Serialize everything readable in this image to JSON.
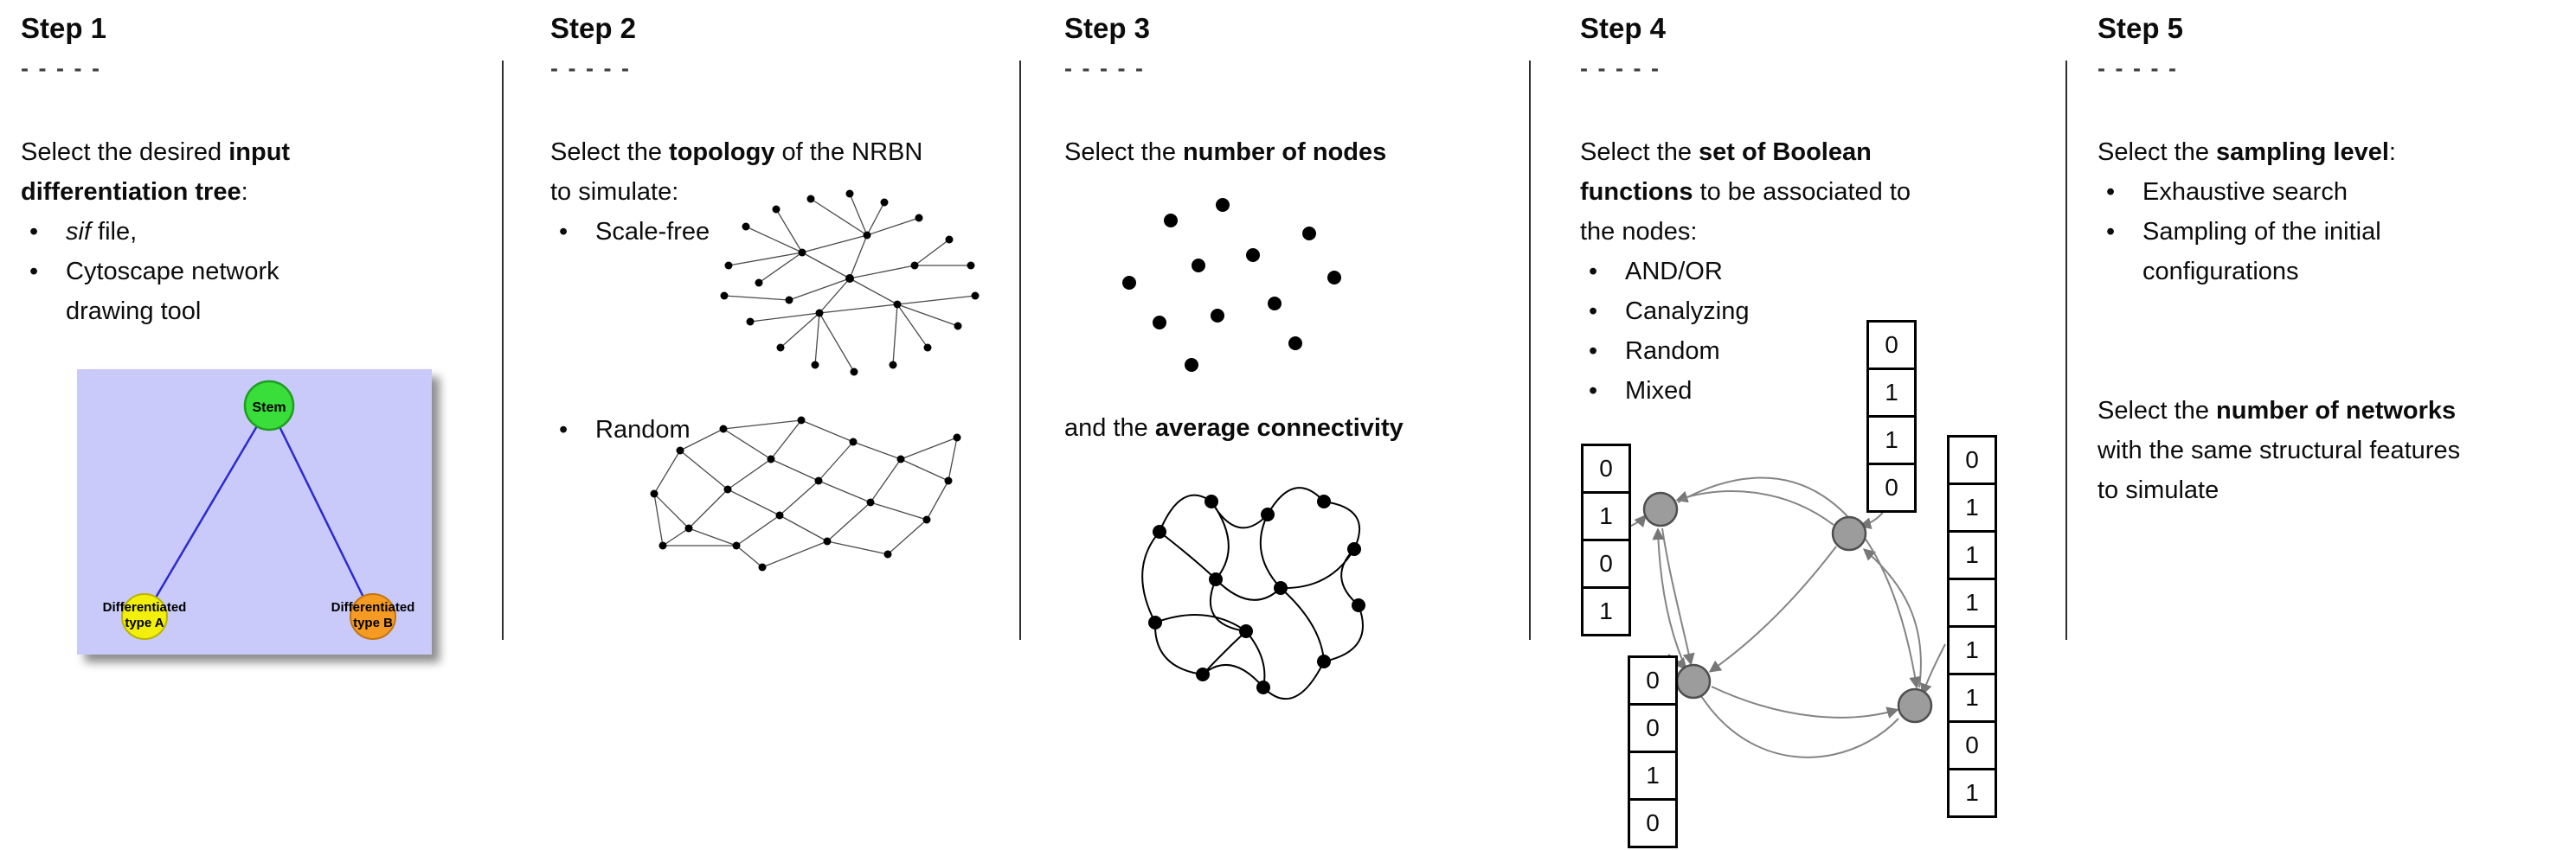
{
  "ui": {
    "bullet": "•"
  },
  "steps": [
    {
      "title": "Step 1",
      "dashes": "- - - - -",
      "intro": [
        {
          "t": "Select the desired "
        },
        {
          "t": "input differentiation tree",
          "b": true
        },
        {
          "t": ":"
        }
      ],
      "bullets": [
        [
          {
            "t": "sif",
            "i": true
          },
          {
            "t": " file,"
          }
        ],
        [
          {
            "t": "Cytoscape network drawing tool"
          }
        ]
      ],
      "tree": {
        "stem_label": "Stem",
        "node_a_line1": "Differentiated",
        "node_a_line2": "type A",
        "node_b_line1": "Differentiated",
        "node_b_line2": "type B",
        "colors": {
          "background": "#c9c9fa",
          "stem": "#3ade3a",
          "type_a": "#f2ef0b",
          "type_b": "#f59b24",
          "edge": "#2b2bd0"
        }
      }
    },
    {
      "title": "Step 2",
      "dashes": "- - - - -",
      "intro": [
        {
          "t": "Select the "
        },
        {
          "t": "topology",
          "b": true
        },
        {
          "t": " of the NRBN to simulate:"
        }
      ],
      "bullets": [
        [
          {
            "t": "Scale-free"
          }
        ],
        [
          {
            "t": "Random"
          }
        ]
      ]
    },
    {
      "title": "Step 3",
      "dashes": "- - - - -",
      "line1": [
        {
          "t": "Select the "
        },
        {
          "t": "number of nodes",
          "b": true
        }
      ],
      "line2": [
        {
          "t": "and the "
        },
        {
          "t": "average connectivity",
          "b": true
        }
      ]
    },
    {
      "title": "Step 4",
      "dashes": "- - - - -",
      "intro": [
        {
          "t": "Select the "
        },
        {
          "t": "set of Boolean functions",
          "b": true
        },
        {
          "t": " to be associated to the nodes:"
        }
      ],
      "bullets": [
        [
          {
            "t": "AND/OR"
          }
        ],
        [
          {
            "t": "Canalyzing"
          }
        ],
        [
          {
            "t": "Random"
          }
        ],
        [
          {
            "t": "Mixed"
          }
        ]
      ],
      "truth_tables": {
        "top": [
          "0",
          "1",
          "1",
          "0"
        ],
        "left": [
          "0",
          "1",
          "0",
          "1"
        ],
        "bottom_left": [
          "0",
          "0",
          "1",
          "0"
        ],
        "right": [
          "0",
          "1",
          "1",
          "1",
          "1",
          "1",
          "0",
          "1"
        ]
      },
      "node_color": "#9c9c9c"
    },
    {
      "title": "Step 5",
      "dashes": "- - - - -",
      "intro": [
        {
          "t": "Select the "
        },
        {
          "t": "sampling level",
          "b": true
        },
        {
          "t": ":"
        }
      ],
      "bullets": [
        [
          {
            "t": "Exhaustive search"
          }
        ],
        [
          {
            "t": "Sampling of the initial configurations"
          }
        ]
      ],
      "paragraph2": [
        {
          "t": "Select the "
        },
        {
          "t": "number of networks",
          "b": true
        },
        {
          "t": " with the same structural features to simulate"
        }
      ]
    }
  ]
}
